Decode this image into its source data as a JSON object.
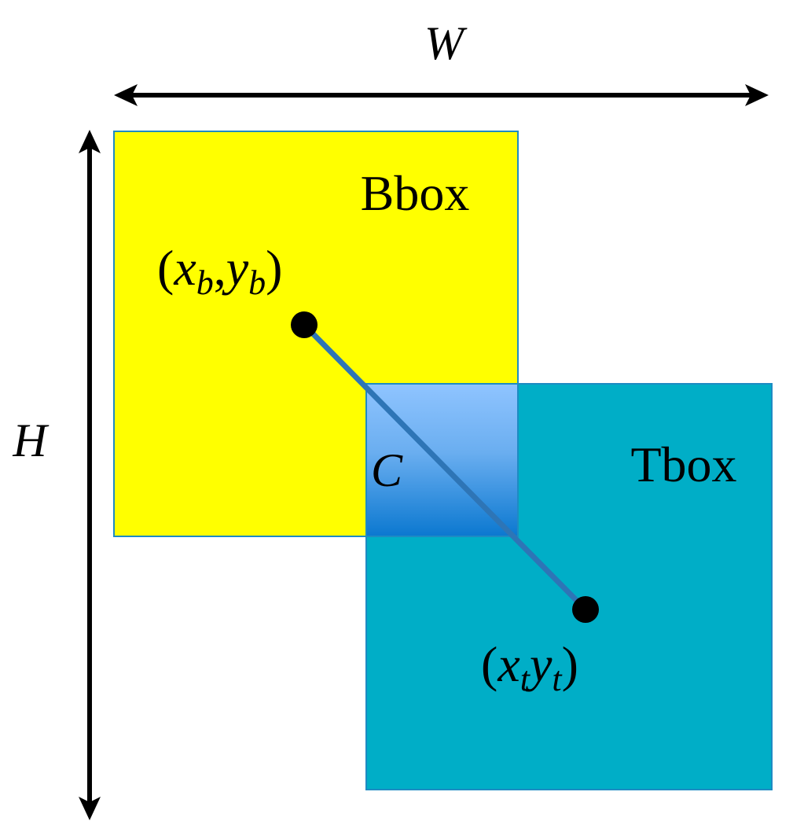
{
  "labels": {
    "width": "W",
    "height": "H",
    "bbox": "Bbox",
    "tbox": "Tbox",
    "intersection": "C"
  },
  "points": {
    "bbox_center": {
      "open": "(",
      "x": "x",
      "x_sub": "b",
      "comma": ",",
      "y": "y",
      "y_sub": "b",
      "close": ")"
    },
    "tbox_center": {
      "open": "(",
      "x": "x",
      "x_sub": "t",
      "y": "y",
      "y_sub": "t",
      "close": ")"
    }
  },
  "colors": {
    "bbox_fill": "#FFFF00",
    "tbox_fill": "#00AEC7",
    "box_stroke": "#1E8BC3",
    "overlap_top": "#8FC4FF",
    "overlap_bottom": "#0B78D0",
    "connector": "#2E75B6",
    "arrow": "#000000"
  }
}
